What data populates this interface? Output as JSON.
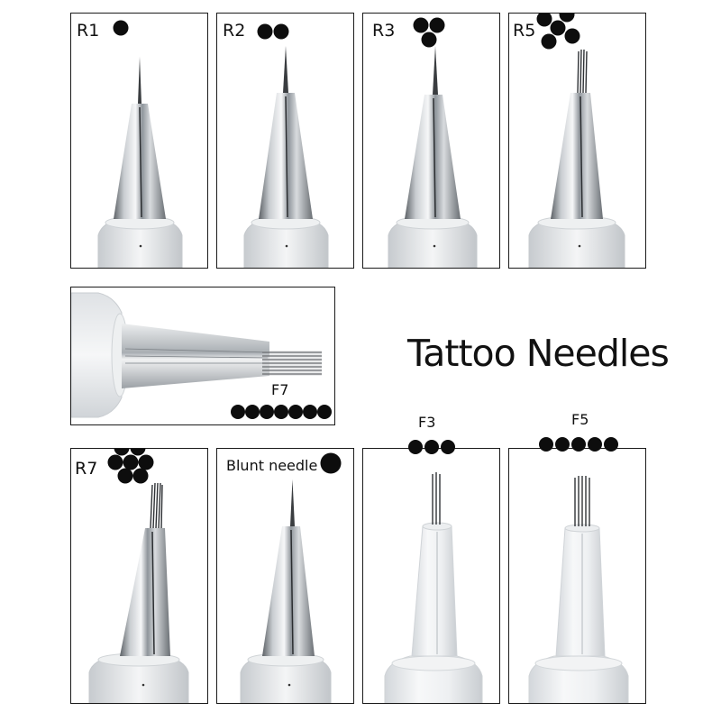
{
  "title": "Tattoo Needles",
  "colors": {
    "dot": "#0d0d0d",
    "border": "#1a1a1a",
    "steel": "#9ca2a8",
    "plastic": "#dcdfe3"
  },
  "needles": [
    {
      "id": "r1",
      "label": "R1",
      "icon": "round-liner-1-dots-icon",
      "dot_count": 1
    },
    {
      "id": "r2",
      "label": "R2",
      "icon": "round-liner-2-dots-icon",
      "dot_count": 2
    },
    {
      "id": "r3",
      "label": "R3",
      "icon": "round-liner-3-dots-icon",
      "dot_count": 3
    },
    {
      "id": "r5",
      "label": "R5",
      "icon": "round-liner-5-dots-icon",
      "dot_count": 5
    },
    {
      "id": "f7",
      "label": "F7",
      "icon": "flat-7-dots-icon",
      "dot_count": 7
    },
    {
      "id": "r7",
      "label": "R7",
      "icon": "round-liner-7-dots-icon",
      "dot_count": 7
    },
    {
      "id": "blunt",
      "label": "Blunt needle",
      "icon": "blunt-needle-dot-icon",
      "dot_count": 1
    },
    {
      "id": "f3",
      "label": "F3",
      "icon": "flat-3-dots-icon",
      "dot_count": 3
    },
    {
      "id": "f5",
      "label": "F5",
      "icon": "flat-5-dots-icon",
      "dot_count": 5
    }
  ]
}
